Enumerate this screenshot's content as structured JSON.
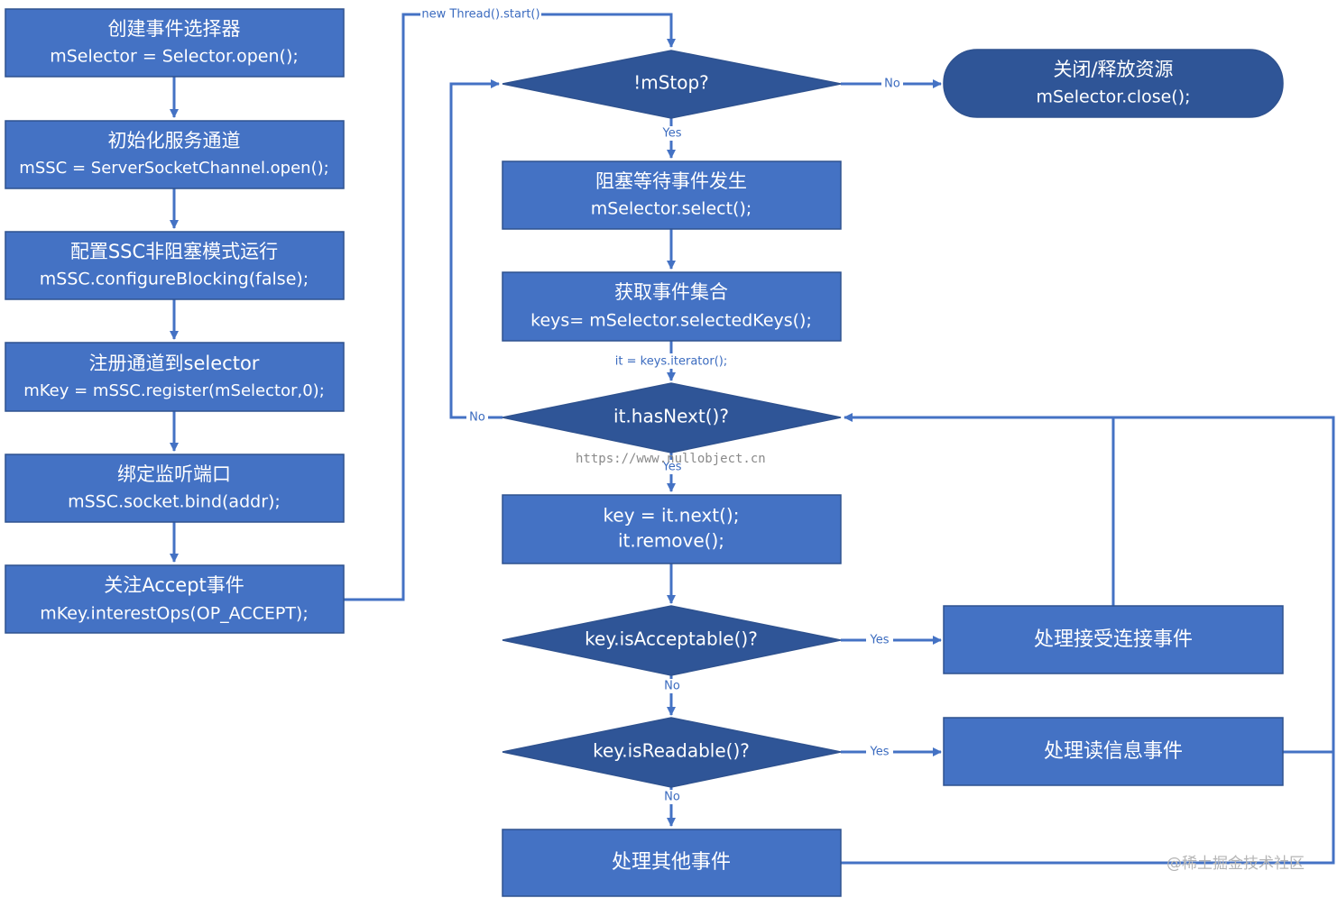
{
  "colors": {
    "box": "#4472c4",
    "diamond": "#2f5597",
    "border": "#2f528f",
    "line": "#4472c4",
    "text": "#ffffff"
  },
  "nodes": {
    "create_selector": {
      "line1": "创建事件选择器",
      "line2": "mSelector = Selector.open();"
    },
    "init_channel": {
      "line1": "初始化服务通道",
      "line2": "mSSC = ServerSocketChannel.open();"
    },
    "non_blocking": {
      "line1": "配置SSC非阻塞模式运行",
      "line2": "mSSC.configureBlocking(false);"
    },
    "register": {
      "line1": "注册通道到selector",
      "line2": "mKey = mSSC.register(mSelector,0);"
    },
    "bind_port": {
      "line1": "绑定监听端口",
      "line2": "mSSC.socket.bind(addr);"
    },
    "interest_accept": {
      "line1": "关注Accept事件",
      "line2": "mKey.interestOps(OP_ACCEPT);"
    },
    "not_stop": {
      "line1": "!mStop?"
    },
    "close": {
      "line1": "关闭/释放资源",
      "line2": "mSelector.close();"
    },
    "select": {
      "line1": "阻塞等待事件发生",
      "line2": "mSelector.select();"
    },
    "selected_keys": {
      "line1": "获取事件集合",
      "line2": "keys= mSelector.selectedKeys();"
    },
    "has_next": {
      "line1": "it.hasNext()?"
    },
    "next_key": {
      "line1": "key = it.next();",
      "line2": "it.remove();"
    },
    "is_acceptable": {
      "line1": "key.isAcceptable()?"
    },
    "handle_accept": {
      "line1": "处理接受连接事件"
    },
    "is_readable": {
      "line1": "key.isReadable()?"
    },
    "handle_read": {
      "line1": "处理读信息事件"
    },
    "handle_other": {
      "line1": "处理其他事件"
    }
  },
  "edge_labels": {
    "thread_start": "new Thread().start()",
    "stop_no": "No",
    "stop_yes": "Yes",
    "iterator": "it = keys.iterator();",
    "has_next_no": "No",
    "has_next_yes": "Yes",
    "acceptable_yes": "Yes",
    "acceptable_no": "No",
    "readable_yes": "Yes",
    "readable_no": "No"
  },
  "watermarks": {
    "url": "https://www.nullobject.cn",
    "site": "@稀土掘金技术社区"
  }
}
